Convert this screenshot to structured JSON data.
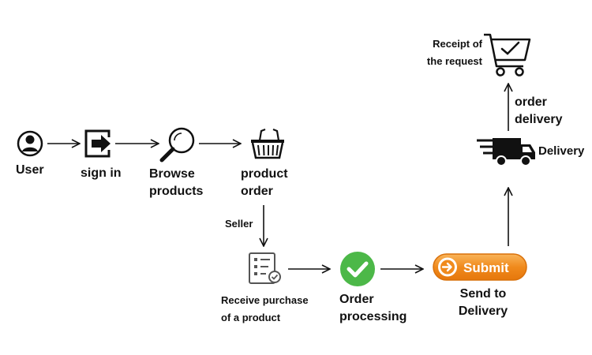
{
  "nodes": {
    "user": {
      "label": "User",
      "icon": "user-icon"
    },
    "sign_in": {
      "label": "sign in",
      "icon": "sign-in-icon"
    },
    "browse": {
      "label_line1": "Browse",
      "label_line2": "products",
      "icon": "magnifier-icon"
    },
    "product_order": {
      "label_line1": "product",
      "label_line2": "order",
      "icon": "basket-icon"
    },
    "receive": {
      "label_line1": "Receive purchase",
      "label_line2": "of a product",
      "icon": "checklist-icon"
    },
    "order_processing": {
      "label_line1": "Order",
      "label_line2": "processing",
      "icon": "check-circle-icon"
    },
    "send": {
      "label_line1": "Send to",
      "label_line2": "Delivery",
      "button_label": "Submit",
      "icon": "submit-button-icon"
    },
    "delivery": {
      "label": "Delivery",
      "icon": "truck-icon"
    },
    "receipt": {
      "label_line1": "Receipt of",
      "label_line2": "the request",
      "icon": "cart-check-icon"
    }
  },
  "edges": {
    "seller_label": "Seller",
    "order_delivery_line1": "order",
    "order_delivery_line2": "delivery"
  },
  "colors": {
    "ink": "#111111",
    "check_green": "#4cb848",
    "submit_orange": "#f08a1c",
    "submit_orange_light": "#f7a94a",
    "checklist_gray": "#555555"
  }
}
